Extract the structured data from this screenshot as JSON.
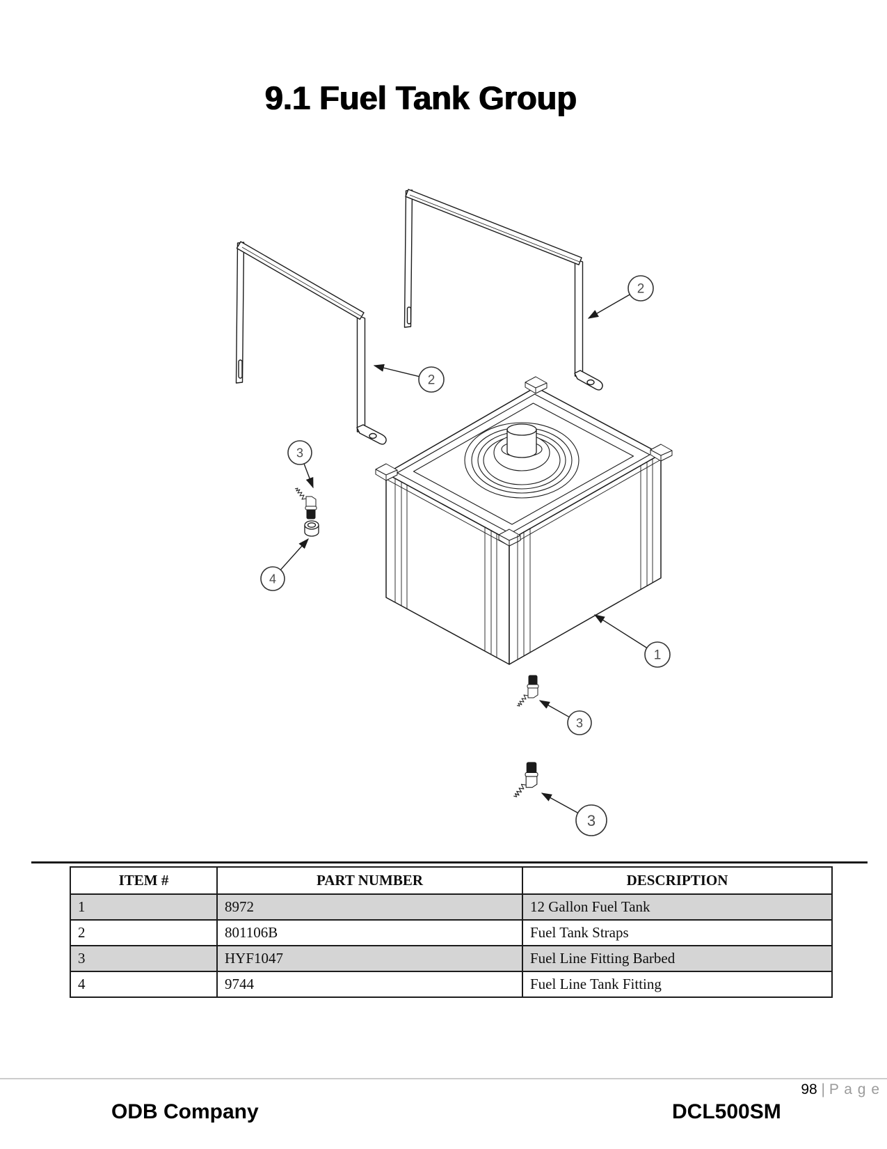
{
  "title": "9.1 Fuel Tank Group",
  "diagram": {
    "balloons": [
      {
        "id": "callout-2-left",
        "label": "2"
      },
      {
        "id": "callout-2-right",
        "label": "2"
      },
      {
        "id": "callout-3-upper",
        "label": "3"
      },
      {
        "id": "callout-4",
        "label": "4"
      },
      {
        "id": "callout-1",
        "label": "1"
      },
      {
        "id": "callout-3-mid",
        "label": "3"
      },
      {
        "id": "callout-3-bottom",
        "label": "3"
      }
    ]
  },
  "table": {
    "headers": [
      "ITEM #",
      "PART NUMBER",
      "DESCRIPTION"
    ],
    "rows": [
      {
        "item": "1",
        "part": "8972",
        "desc": "12 Gallon Fuel Tank"
      },
      {
        "item": "2",
        "part": "801106B",
        "desc": "Fuel Tank Straps"
      },
      {
        "item": "3",
        "part": "HYF1047",
        "desc": "Fuel Line Fitting Barbed"
      },
      {
        "item": "4",
        "part": "9744",
        "desc": "Fuel Line Tank Fitting"
      }
    ]
  },
  "footer": {
    "page_number": "98",
    "separator": "|",
    "page_word": "P a g e",
    "company": "ODB Company",
    "model": "DCL500SM"
  },
  "colors": {
    "ink": "#1b1b1b",
    "row_shade": "#d5d5d5",
    "footer_rule": "#cccccc",
    "page_word_gray": "#9b9b9b"
  }
}
